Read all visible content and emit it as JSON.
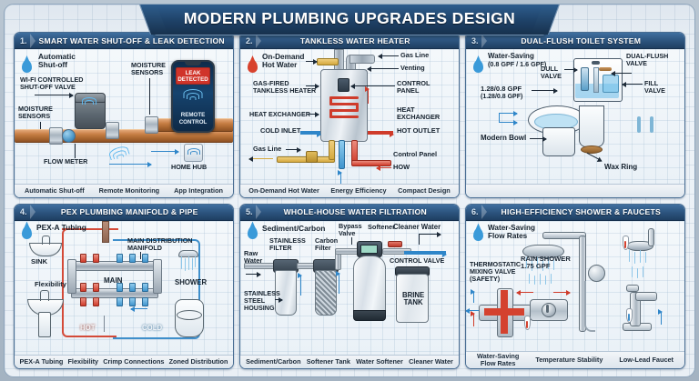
{
  "poster": {
    "title": "MODERN PLUMBING UPGRADES DESIGN",
    "accent_color": "#2b527c",
    "frame_color": "#1f3b5c",
    "background_color": "#e9eff5",
    "water_blue": "#3a9ad9",
    "hot_red": "#cf3b2a",
    "gas_yellow": "#d5a93f",
    "copper": "#c77f45"
  },
  "panels": [
    {
      "number": "1.",
      "title": "SMART WATER SHUT-OFF & LEAK DETECTION",
      "callouts": {
        "drop_label_line1": "Automatic",
        "drop_label_line2": "Shut-off",
        "valve_line1": "WI-FI CONTROLLED",
        "valve_line2": "SHUT-OFF VALVE",
        "moisture_left_line1": "MOISTURE",
        "moisture_left_line2": "SENSORS",
        "moisture_right_line1": "MOISTURE",
        "moisture_right_line2": "SENSORS",
        "flow_meter": "FLOW METER",
        "home_hub": "HOME HUB"
      },
      "phone": {
        "alert_line1": "LEAK",
        "alert_line2": "DETECTED",
        "caption_line1": "REMOTE",
        "caption_line2": "CONTROL"
      },
      "footer": [
        "Automatic Shut-off",
        "Remote Monitoring",
        "App Integration"
      ]
    },
    {
      "number": "2.",
      "title": "TANKLESS WATER HEATER",
      "callouts": {
        "drop_label_line1": "On-Demand",
        "drop_label_line2": "Hot Water",
        "gas_line_top": "Gas Line",
        "venting": "Venting",
        "heater_line1": "GAS-FIRED",
        "heater_line2": "TANKLESS HEATER",
        "control_panel_line1": "CONTROL",
        "control_panel_line2": "PANEL",
        "heat_exchanger_left": "HEAT EXCHANGER",
        "heat_exchanger_right_line1": "HEAT",
        "heat_exchanger_right_line2": "EXCHANGER",
        "cold_inlet": "COLD INLET",
        "hot_outlet": "HOT OUTLET",
        "gas_line_bottom": "Gas Line",
        "control_panel_bottom": "Control Panel",
        "how": "HOW"
      },
      "footer": [
        "On-Demand Hot Water",
        "Energy Efficiency",
        "Compact Design"
      ]
    },
    {
      "number": "3.",
      "title": "DUAL-FLUSH TOILET SYSTEM",
      "callouts": {
        "drop_label_line1": "Water-Saving",
        "drop_label_line2": "(0.8 GPF / 1.6 GPF)",
        "dual_flush_line1": "DUAL-FLUSH",
        "dual_flush_line2": "VALVE",
        "dull_valve_line1": "DULL",
        "dull_valve_line2": "VALVE",
        "fill_valve_line1": "FILL",
        "fill_valve_line2": "VALVE",
        "gpf_line1": "1.28/0.8 GPF",
        "gpf_line2": "(1.28/0.8 GPF)",
        "modern_bowl": "Modern Bowl",
        "wax_ring": "Wax Ring"
      },
      "footer": []
    },
    {
      "number": "4.",
      "title": "PEX PLUMBING MANIFOLD & PIPE",
      "callouts": {
        "drop_label": "PEX-A Tubing",
        "sink": "SINK",
        "flexibility": "Flexibility",
        "manifold_line1": "MAIN DISTRIBUTION",
        "manifold_line2": "MANIFOLD",
        "main": "MAIN",
        "shower": "SHOWER",
        "hot": "HOT",
        "cold": "COLD"
      },
      "footer": [
        "PEX-A Tubing",
        "Flexibility",
        "Crimp Connections",
        "Zoned Distribution"
      ]
    },
    {
      "number": "5.",
      "title": "WHOLE-HOUSE WATER FILTRATION",
      "callouts": {
        "drop_label": "Sediment/Carbon",
        "raw_water_line1": "Raw",
        "raw_water_line2": "Water",
        "stainless_filter_line1": "STAINLESS",
        "stainless_filter_line2": "FILTER",
        "carbon_filter_line1": "Carbon",
        "carbon_filter_line2": "Filter",
        "bypass_valve_line1": "Bypass",
        "bypass_valve_line2": "Valve",
        "softener": "Softener",
        "cleaner_water": "Cleaner Water",
        "control_valve": "CONTROL VALVE",
        "housing_line1": "STAINLESS",
        "housing_line2": "STEEL",
        "housing_line3": "HOUSING",
        "brine_line1": "BRINE",
        "brine_line2": "TANK"
      },
      "footer": [
        "Sediment/Carbon",
        "Softener Tank",
        "Water Softener",
        "Cleaner Water"
      ]
    },
    {
      "number": "6.",
      "title": "HIGH-EFFICIENCY SHOWER & FAUCETS",
      "callouts": {
        "drop_label_line1": "Water-Saving",
        "drop_label_line2": "Flow Rates",
        "tmv_line1": "THERMOSTATIC",
        "tmv_line2": "MIXING VALVE",
        "tmv_line3": "(SAFETY)",
        "rain_shower_line1": "RAIN SHOWER",
        "rain_shower_line2": "1.75 GPF"
      },
      "footer": [
        "Water-Saving Flow Rates",
        "Temperature Stability",
        "Low-Lead Faucet"
      ],
      "footer_multiline": [
        [
          "Water-Saving",
          "Flow Rates"
        ],
        [
          "Temperature Stability"
        ],
        [
          "Low-Lead Faucet"
        ]
      ]
    }
  ]
}
